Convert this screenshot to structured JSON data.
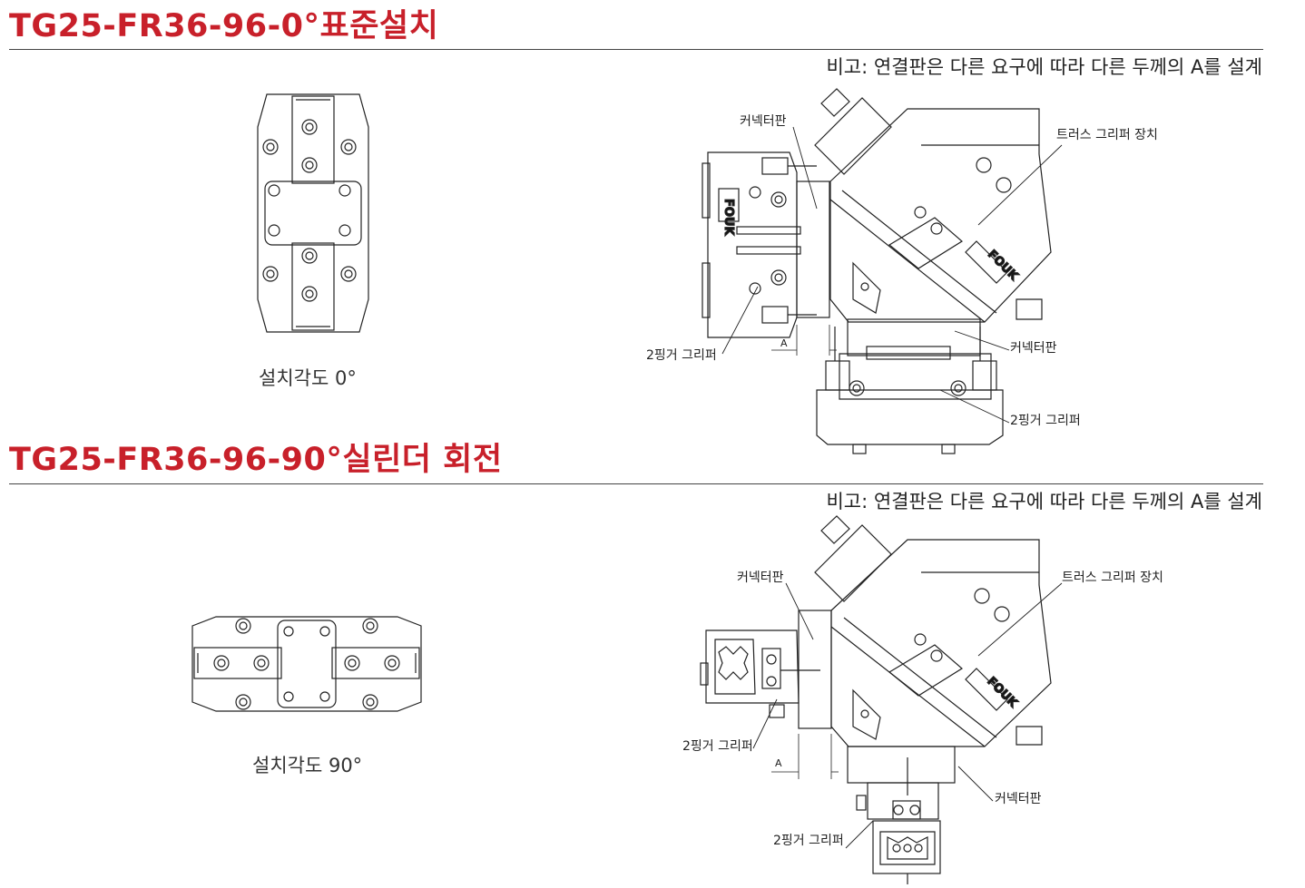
{
  "section1": {
    "title": "TG25-FR36-96-0°표준설치",
    "note": "비고: 연결판은 다른 요구에 따라 다른 두께의 A를 설계",
    "caption": "설치각도 0°",
    "labels": {
      "connector_top": "커넥터판",
      "truss_gripper": "트러스 그리퍼 장치",
      "two_finger_left": "2핑거 그리퍼",
      "connector_bottom": "커넥터판",
      "two_finger_bottom": "2핑거 그리퍼",
      "dim_a": "A"
    }
  },
  "section2": {
    "title": "TG25-FR36-96-90°실린더 회전",
    "note": "비고: 연결판은 다른 요구에 따라 다른 두께의 A를 설계",
    "caption": "설치각도 90°",
    "labels": {
      "connector_top": "커넥터판",
      "truss_gripper": "트러스 그리퍼 장치",
      "two_finger_left": "2핑거 그리퍼",
      "connector_bottom": "커넥터판",
      "two_finger_bottom": "2핑거 그리퍼",
      "dim_a": "A"
    }
  },
  "brand": {
    "logo_text": "FOUK"
  },
  "colors": {
    "title_red": "#c8202a",
    "line": "#222222"
  }
}
